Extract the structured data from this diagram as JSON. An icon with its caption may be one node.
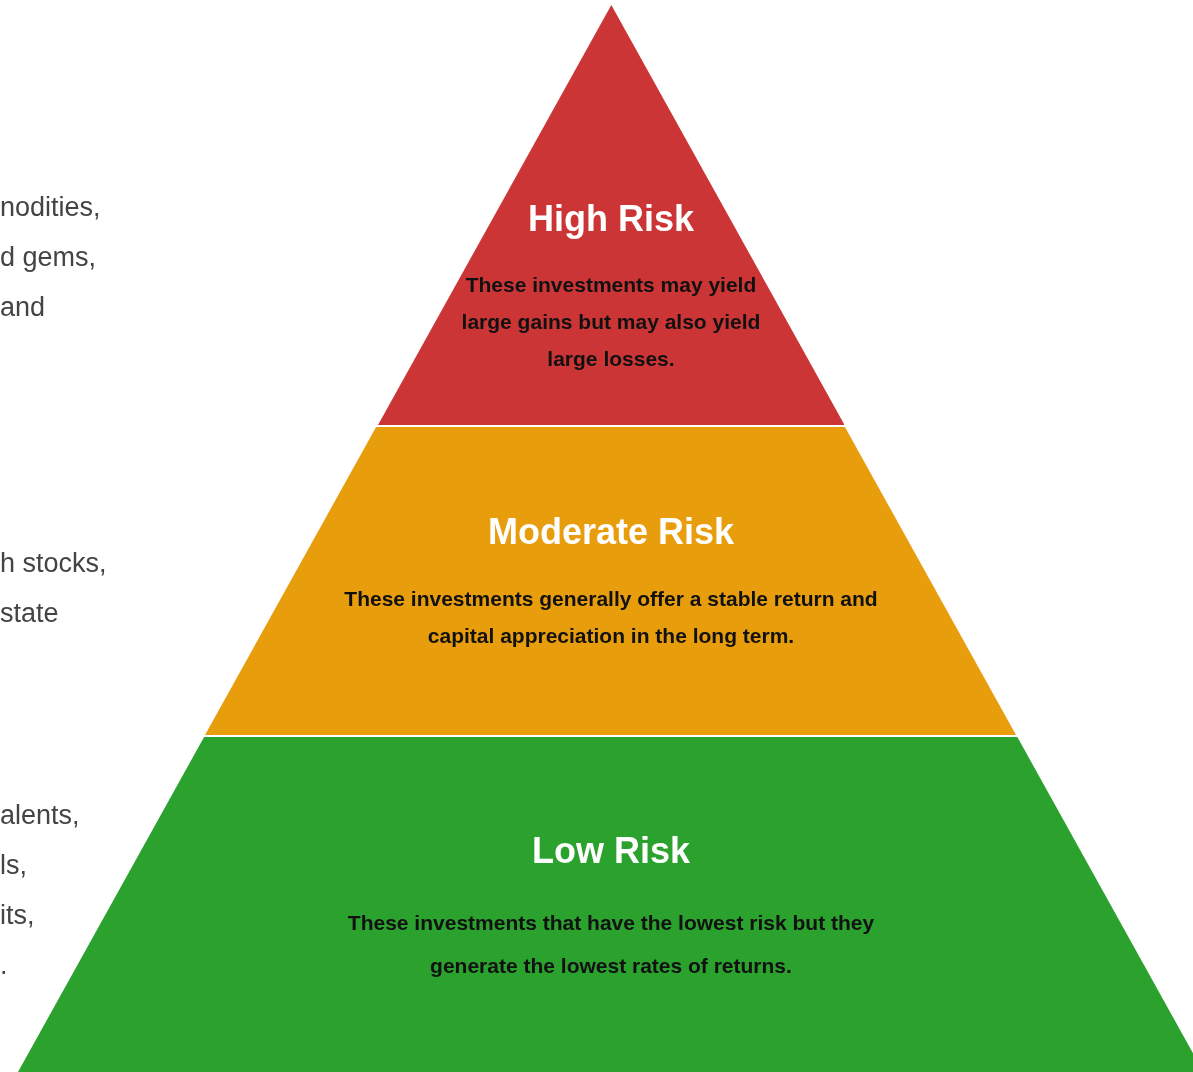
{
  "diagram": {
    "nodes": [
      {
        "text": [
          "High Risk",
          "These investments may yield large gains but may also yield large losses."
        ]
      },
      {
        "text": [
          "Moderate Risk",
          "These investments generally offer a stable return and capital appreciation in the long term."
        ]
      },
      {
        "text": [
          "Low Risk",
          "These investments that have the lowest risk but they generate the lowest rates of returns."
        ]
      }
    ],
    "labels": [
      "nodities, d gems, and",
      "h stocks, state",
      "alents, ls, its, ."
    ]
  }
}
